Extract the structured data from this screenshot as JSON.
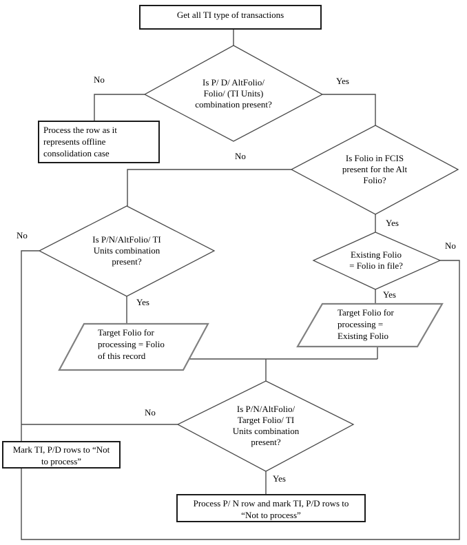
{
  "nodes": {
    "start": {
      "lines": [
        "Get all TI type of transactions"
      ]
    },
    "offline_case": {
      "lines": [
        "Process the row as it",
        "represents offline",
        "consolidation case"
      ]
    },
    "d_pd_altfolio": {
      "lines": [
        "Is P/ D/ AltFolio/",
        "Folio/ (TI Units)",
        "combination present?"
      ]
    },
    "d_folio_fcis": {
      "lines": [
        "Is Folio in FCIS",
        "present for the Alt",
        "Folio?"
      ]
    },
    "d_pn_altfolio": {
      "lines": [
        "Is P/N/AltFolio/  TI",
        "Units combination",
        "present?"
      ]
    },
    "d_existing_folio": {
      "lines": [
        "Existing Folio",
        "= Folio in file?"
      ]
    },
    "target_folio_record": {
      "lines": [
        "Target Folio  for",
        "processing = Folio",
        "of this record"
      ]
    },
    "target_folio_existing": {
      "lines": [
        "Target Folio  for",
        "processing =",
        "Existing Folio"
      ]
    },
    "d_pn_target": {
      "lines": [
        "Is P/N/AltFolio/",
        "Target Folio/ TI",
        "Units combination",
        "present?"
      ]
    },
    "mark_rows": {
      "lines": [
        "Mark TI, P/D rows to “Not",
        "to process”"
      ]
    },
    "process_pn": {
      "lines": [
        "Process P/ N row and mark TI, P/D rows to",
        "“Not to process”"
      ]
    }
  },
  "edge_labels": {
    "d1_no": "No",
    "d1_yes": "Yes",
    "d2_no": "No",
    "d2_yes": "Yes",
    "d3_no": "No",
    "d3_yes": "Yes",
    "d4_no": "No",
    "d4_yes": "Yes",
    "d5_no": "No",
    "d5_yes": "Yes"
  },
  "colors": {
    "bg": "#ffffff",
    "text": "#000000",
    "line": "#4a4a4a",
    "box_border": "#1a1a1a",
    "pgram_border": "#808080"
  }
}
